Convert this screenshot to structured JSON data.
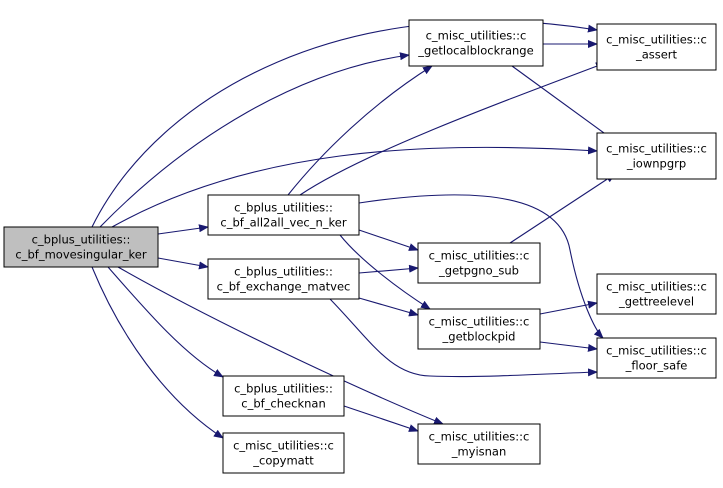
{
  "colors": {
    "edge": "#191970",
    "node_fill": "#ffffff",
    "root_fill": "#bfbfbf",
    "node_border": "#000000"
  },
  "nodes": [
    {
      "id": "root",
      "lines": [
        "c_bplus_utilities::",
        "c_bf_movesingular_ker"
      ],
      "root": true
    },
    {
      "id": "all2all",
      "lines": [
        "c_bplus_utilities::",
        "c_bf_all2all_vec_n_ker"
      ]
    },
    {
      "id": "exchange",
      "lines": [
        "c_bplus_utilities::",
        "c_bf_exchange_matvec"
      ]
    },
    {
      "id": "checknan",
      "lines": [
        "c_bplus_utilities::",
        "c_bf_checknan"
      ]
    },
    {
      "id": "copymatt",
      "lines": [
        "c_misc_utilities::c",
        "_copymatt"
      ]
    },
    {
      "id": "getlocalblockrange",
      "lines": [
        "c_misc_utilities::c",
        "_getlocalblockrange"
      ]
    },
    {
      "id": "getpgno_sub",
      "lines": [
        "c_misc_utilities::c",
        "_getpgno_sub"
      ]
    },
    {
      "id": "getblockpid",
      "lines": [
        "c_misc_utilities::c",
        "_getblockpid"
      ]
    },
    {
      "id": "myisnan",
      "lines": [
        "c_misc_utilities::c",
        "_myisnan"
      ]
    },
    {
      "id": "assert",
      "lines": [
        "c_misc_utilities::c",
        "_assert"
      ]
    },
    {
      "id": "iownpgrp",
      "lines": [
        "c_misc_utilities::c",
        "_iownpgrp"
      ]
    },
    {
      "id": "gettreelevel",
      "lines": [
        "c_misc_utilities::c",
        "_gettreelevel"
      ]
    },
    {
      "id": "floor_safe",
      "lines": [
        "c_misc_utilities::c",
        "_floor_safe"
      ]
    }
  ],
  "edges": [
    {
      "from": "root",
      "to": "assert"
    },
    {
      "from": "root",
      "to": "getlocalblockrange"
    },
    {
      "from": "root",
      "to": "iownpgrp"
    },
    {
      "from": "root",
      "to": "all2all"
    },
    {
      "from": "root",
      "to": "exchange"
    },
    {
      "from": "root",
      "to": "checknan"
    },
    {
      "from": "root",
      "to": "copymatt"
    },
    {
      "from": "root",
      "to": "myisnan"
    },
    {
      "from": "all2all",
      "to": "getlocalblockrange"
    },
    {
      "from": "all2all",
      "to": "assert"
    },
    {
      "from": "all2all",
      "to": "getpgno_sub"
    },
    {
      "from": "all2all",
      "to": "getblockpid"
    },
    {
      "from": "all2all",
      "to": "floor_safe"
    },
    {
      "from": "exchange",
      "to": "getpgno_sub"
    },
    {
      "from": "exchange",
      "to": "getblockpid"
    },
    {
      "from": "exchange",
      "to": "floor_safe"
    },
    {
      "from": "getlocalblockrange",
      "to": "assert"
    },
    {
      "from": "getlocalblockrange",
      "to": "iownpgrp"
    },
    {
      "from": "getpgno_sub",
      "to": "iownpgrp"
    },
    {
      "from": "getblockpid",
      "to": "gettreelevel"
    },
    {
      "from": "getblockpid",
      "to": "floor_safe"
    },
    {
      "from": "checknan",
      "to": "myisnan"
    }
  ]
}
